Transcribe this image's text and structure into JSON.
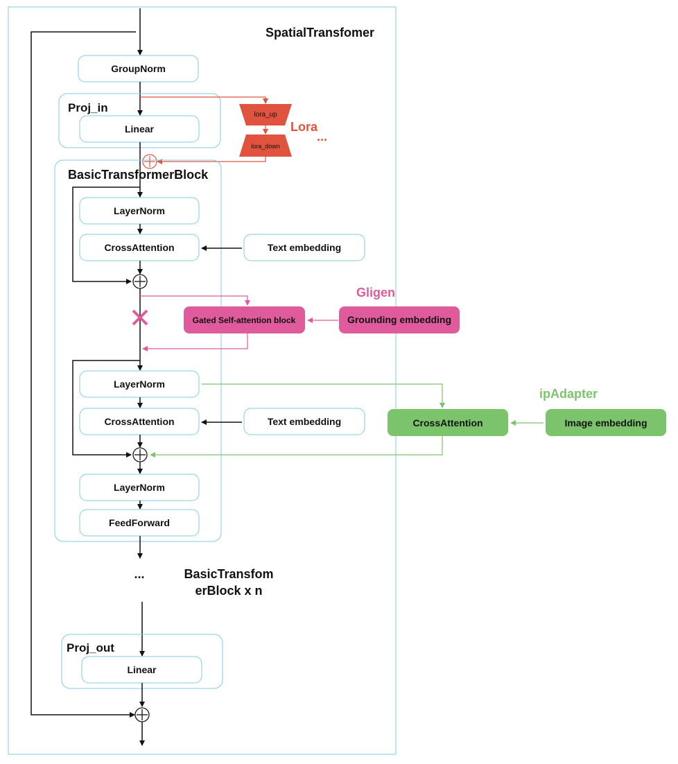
{
  "diagram": {
    "spatial_transformer_title": "SpatialTransfomer",
    "groupnorm": "GroupNorm",
    "proj_in_title": "Proj_in",
    "proj_in_linear": "Linear",
    "lora": {
      "title": "Lora",
      "ellipsis": "...",
      "up": "lora_up",
      "down": "lora_down",
      "color": "#e0533e"
    },
    "basic_block_title": "BasicTransformerBlock",
    "layernorm1": "LayerNorm",
    "crossattn1": "CrossAttention",
    "text_embedding1": "Text embedding",
    "gligen": {
      "title": "Gligen",
      "gated_block": "Gated Self-attention block",
      "grounding": "Grounding embedding",
      "color": "#df5b9b"
    },
    "layernorm2": "LayerNorm",
    "crossattn2": "CrossAttention",
    "text_embedding2": "Text embedding",
    "ipadapter": {
      "title": "ipAdapter",
      "crossattn": "CrossAttention",
      "image_embedding": "Image embedding",
      "color": "#7cc46c"
    },
    "layernorm3": "LayerNorm",
    "feedforward": "FeedForward",
    "ellipsis": "...",
    "repeat_label_line1": "BasicTransfom",
    "repeat_label_line2": "erBlock x n",
    "proj_out_title": "Proj_out",
    "proj_out_linear": "Linear",
    "border_color": "#7fcde0"
  }
}
